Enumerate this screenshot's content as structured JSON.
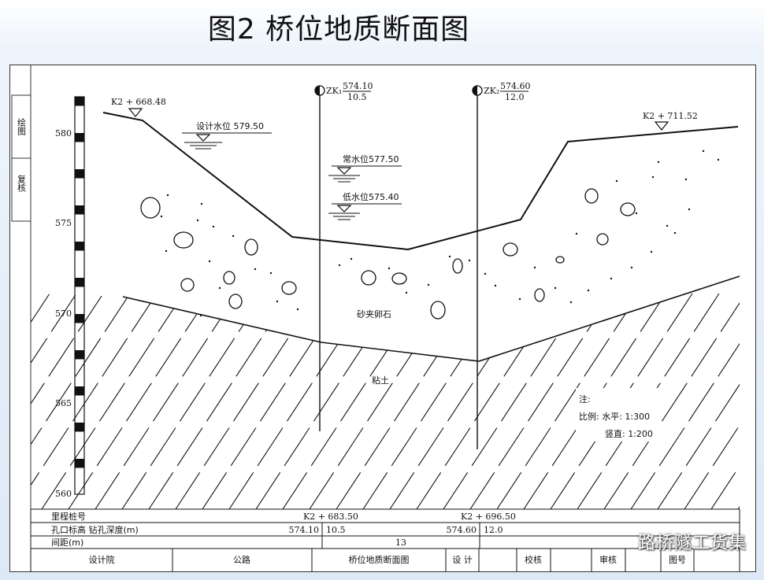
{
  "slide": {
    "title": "图2 桥位地质断面图",
    "watermark": "路桥隧工货集"
  },
  "side_stamps": [
    "绘图",
    "复核"
  ],
  "scale": {
    "ticks": [
      "580",
      "575",
      "570",
      "565",
      "560"
    ]
  },
  "stations": {
    "left": "K2 + 668.48",
    "right": "K2 + 711.52"
  },
  "water_levels": {
    "design": "设计水位 579.50",
    "normal": "常水位577.50",
    "low": "低水位575.40"
  },
  "boreholes": [
    {
      "id": "ZK₁",
      "elevation": "574.10",
      "depth": "10.5"
    },
    {
      "id": "ZK₂",
      "elevation": "574.60",
      "depth": "12.0"
    }
  ],
  "layers": {
    "gravel": "砂夹卵石",
    "clay": "粘土"
  },
  "note": {
    "title": "注:",
    "line1": "比例: 水平: 1:300",
    "line2": "竖直: 1:200"
  },
  "table": {
    "row1_label": "里程桩号",
    "row1_v1": "K2 + 683.50",
    "row1_v2": "K2 + 696.50",
    "row2_label": "孔口标高  钻孔深度(m)",
    "row2_e1": "574.10",
    "row2_d1": "10.5",
    "row2_e2": "574.60",
    "row2_d2": "12.0",
    "row3_label": "间距(m)",
    "row3_v": "13"
  },
  "titleblock": [
    "设计院",
    "公路",
    "桥位地质断面图",
    "设 计",
    "校核",
    "审核",
    "图号"
  ]
}
